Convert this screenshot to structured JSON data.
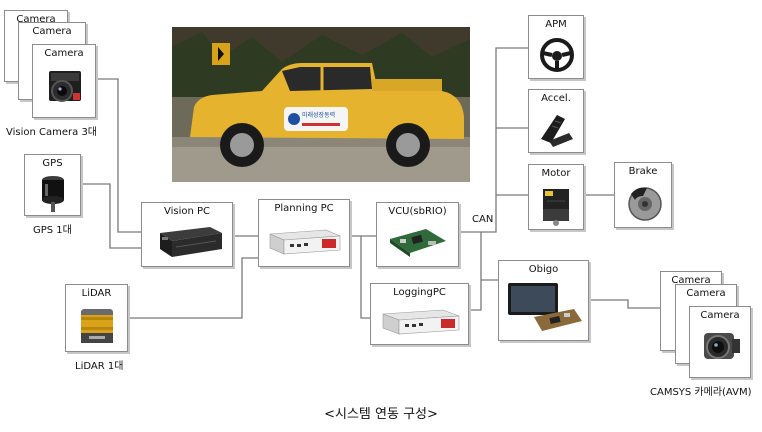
{
  "diagram": {
    "caption": "<시스템 연동 구성>",
    "can_label": "CAN",
    "nodes": {
      "camera_back2": "Camera",
      "camera_back1": "Camera",
      "camera_front": "Camera",
      "vision_camera_caption": "Vision Camera 3대",
      "gps": "GPS",
      "gps_caption": "GPS 1대",
      "lidar": "LiDAR",
      "lidar_caption": "LiDAR 1대",
      "vision_pc": "Vision PC",
      "planning_pc": "Planning PC",
      "vcu": "VCU(sbRIO)",
      "logging_pc": "LoggingPC",
      "apm": "APM",
      "accel": "Accel.",
      "motor": "Motor",
      "brake": "Brake",
      "obigo": "Obigo",
      "avm_camera_back2": "Camera",
      "avm_camera_back1": "Camera",
      "avm_camera_front": "Camera",
      "avm_caption": "CAMSYS 카메라(AVM)"
    },
    "vehicle_photo": {
      "banner_text": "미래성장동력"
    }
  }
}
